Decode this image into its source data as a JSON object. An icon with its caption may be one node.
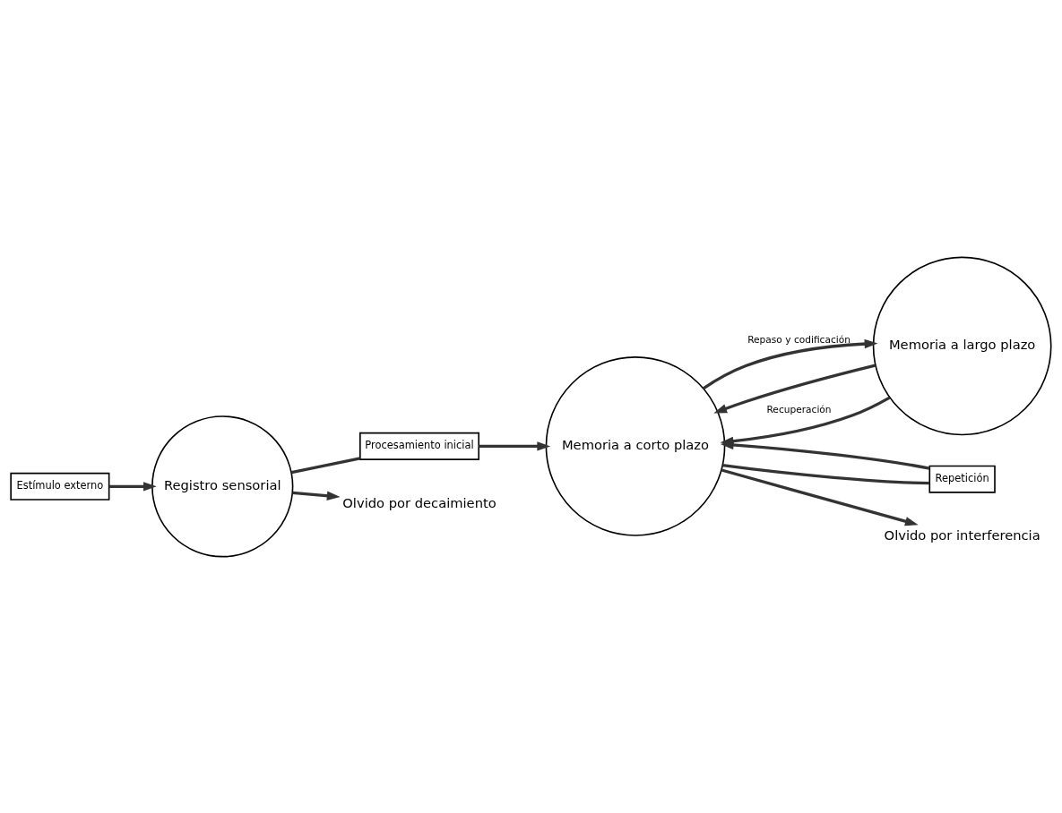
{
  "diagram": {
    "nodes": [
      {
        "text": [
          "Estímulo externo"
        ]
      },
      {
        "text": [
          "Registro sensorial"
        ]
      },
      {
        "text": [
          "Procesamiento inicial"
        ]
      },
      {
        "text": [
          "Memoria a largo plazo"
        ]
      },
      {
        "text": [
          "Memoria a corto plazo"
        ]
      },
      {
        "text": [
          "Olvido por decaimiento"
        ]
      },
      {
        "text": [
          "Repetición"
        ]
      },
      {
        "text": [
          "Olvido por interferencia"
        ]
      }
    ],
    "edges": [
      {
        "from": 0,
        "to": 1,
        "arrow": "to"
      },
      {
        "from": 1,
        "to": 2,
        "arrow": "none"
      },
      {
        "from": 2,
        "to": 4,
        "arrow": "to"
      },
      {
        "from": 3,
        "to": 4,
        "arrow": "to"
      },
      {
        "from": 3,
        "to": 4,
        "arrow": "to",
        "label": "Recuperación"
      },
      {
        "from": 4,
        "to": 3,
        "arrow": "to",
        "label": "Repaso y codificación"
      },
      {
        "from": 1,
        "to": 5,
        "arrow": "to"
      },
      {
        "from": 4,
        "to": 7,
        "arrow": "to"
      },
      {
        "from": 4,
        "to": 6,
        "arrow": "none"
      },
      {
        "from": 6,
        "to": 4,
        "arrow": "to"
      }
    ]
  }
}
